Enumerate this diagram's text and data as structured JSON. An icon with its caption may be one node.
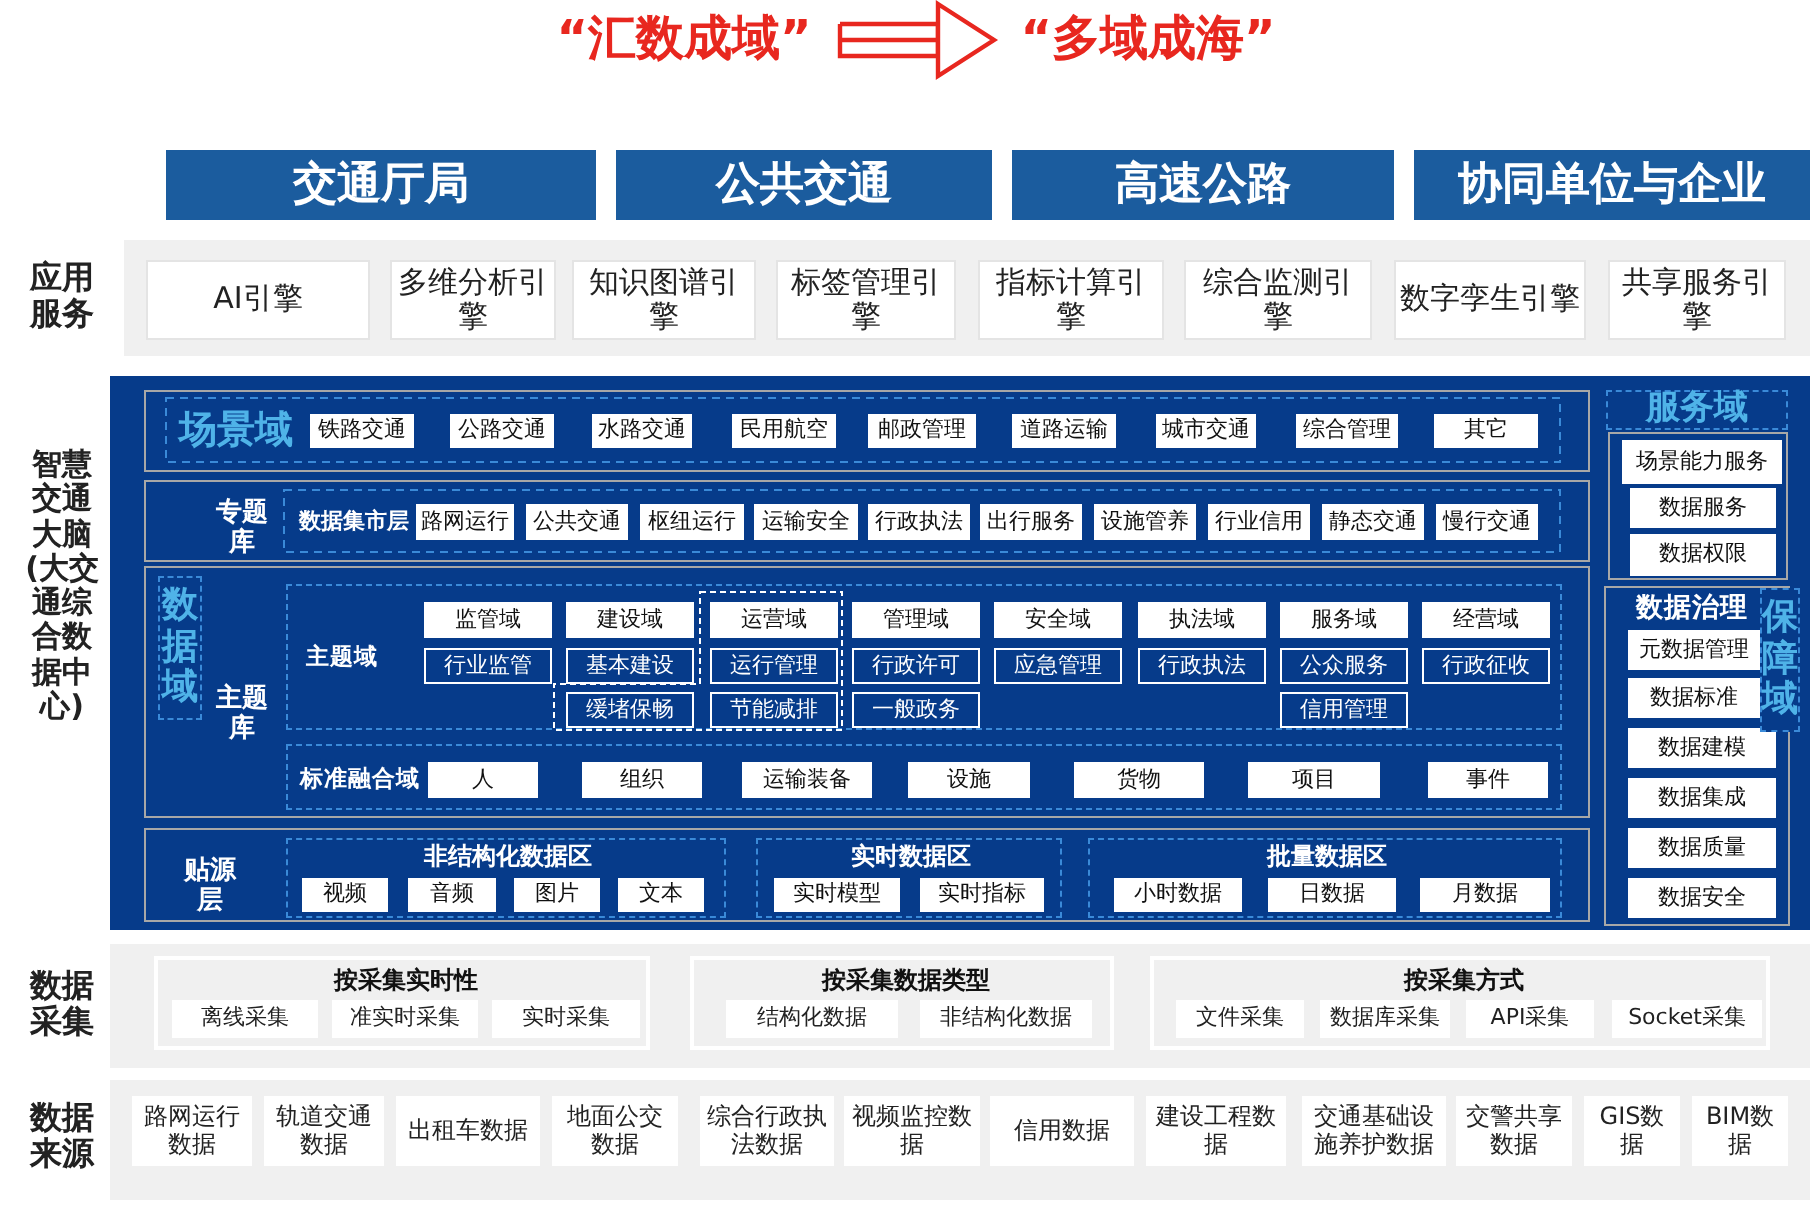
{
  "diagram": {
    "nodes": [
      {
        "text": [
          "“汇数成域”"
        ]
      },
      {
        "text": [
          "“多域成海”"
        ]
      },
      {
        "text": [
          "交通厅局"
        ]
      },
      {
        "text": [
          "公共交通"
        ]
      },
      {
        "text": [
          "高速公路"
        ]
      },
      {
        "text": [
          "协同单位与企业"
        ]
      },
      {
        "text": [
          "应用服务"
        ]
      },
      {
        "text": [
          "AI引擎"
        ],
        "in": 6
      },
      {
        "text": [
          "多维分析引擎"
        ],
        "in": 6
      },
      {
        "text": [
          "知识图谱引擎"
        ],
        "in": 6
      },
      {
        "text": [
          "标签管理引擎"
        ],
        "in": 6
      },
      {
        "text": [
          "指标计算引擎"
        ],
        "in": 6
      },
      {
        "text": [
          "综合监测引擎"
        ],
        "in": 6
      },
      {
        "text": [
          "数字孪生引擎"
        ],
        "in": 6
      },
      {
        "text": [
          "共享服务引擎"
        ],
        "in": 6
      },
      {
        "text": [
          "智慧交通大脑(大交通综合数据中心)"
        ]
      },
      {
        "text": [
          "场景域"
        ],
        "in": 15
      },
      {
        "text": [
          "铁路交通"
        ],
        "in": 16
      },
      {
        "text": [
          "公路交通"
        ],
        "in": 16
      },
      {
        "text": [
          "水路交通"
        ],
        "in": 16
      },
      {
        "text": [
          "民用航空"
        ],
        "in": 16
      },
      {
        "text": [
          "邮政管理"
        ],
        "in": 16
      },
      {
        "text": [
          "道路运输"
        ],
        "in": 16
      },
      {
        "text": [
          "城市交通"
        ],
        "in": 16
      },
      {
        "text": [
          "综合管理"
        ],
        "in": 16
      },
      {
        "text": [
          "其它"
        ],
        "in": 16
      },
      {
        "text": [
          "数据域"
        ],
        "in": 38
      },
      {
        "text": [
          "专题库",
          "数据集市层"
        ],
        "in": 15
      },
      {
        "text": [
          "路网运行"
        ],
        "in": 27
      },
      {
        "text": [
          "公共交通"
        ],
        "in": 27
      },
      {
        "text": [
          "枢纽运行"
        ],
        "in": 27
      },
      {
        "text": [
          "运输安全"
        ],
        "in": 27
      },
      {
        "text": [
          "行政执法"
        ],
        "in": 27
      },
      {
        "text": [
          "出行服务"
        ],
        "in": 27
      },
      {
        "text": [
          "设施管养"
        ],
        "in": 27
      },
      {
        "text": [
          "行业信用"
        ],
        "in": 27
      },
      {
        "text": [
          "静态交通"
        ],
        "in": 27
      },
      {
        "text": [
          "慢行交通"
        ],
        "in": 27
      },
      {
        "text": [
          "主题库"
        ],
        "in": 15
      },
      {
        "text": [
          "主题域"
        ],
        "in": 38
      },
      {
        "text": [
          "监管域"
        ],
        "in": 39
      },
      {
        "text": [
          "建设域"
        ],
        "in": 39
      },
      {
        "text": [
          "运营域"
        ],
        "in": 39
      },
      {
        "text": [
          "管理域"
        ],
        "in": 39
      },
      {
        "text": [
          "安全域"
        ],
        "in": 39
      },
      {
        "text": [
          "执法域"
        ],
        "in": 39
      },
      {
        "text": [
          "服务域"
        ],
        "in": 39
      },
      {
        "text": [
          "经营域"
        ],
        "in": 39
      },
      {
        "text": [
          "行业监管"
        ],
        "in": 39
      },
      {
        "text": [
          "基本建设"
        ],
        "in": 39
      },
      {
        "text": [
          "运行管理"
        ],
        "in": 39
      },
      {
        "text": [
          "行政许可"
        ],
        "in": 39
      },
      {
        "text": [
          "应急管理"
        ],
        "in": 39
      },
      {
        "text": [
          "行政执法"
        ],
        "in": 39
      },
      {
        "text": [
          "公众服务"
        ],
        "in": 39
      },
      {
        "text": [
          "行政征收"
        ],
        "in": 39
      },
      {
        "text": [
          "缓堵保畅"
        ],
        "in": 39
      },
      {
        "text": [
          "节能减排"
        ],
        "in": 39
      },
      {
        "text": [
          "一般政务"
        ],
        "in": 39
      },
      {
        "text": [
          "信用管理"
        ],
        "in": 39
      },
      {
        "text": [
          "标准融合域"
        ],
        "in": 38
      },
      {
        "text": [
          "人"
        ],
        "in": 60
      },
      {
        "text": [
          "组织"
        ],
        "in": 60
      },
      {
        "text": [
          "运输装备"
        ],
        "in": 60
      },
      {
        "text": [
          "设施"
        ],
        "in": 60
      },
      {
        "text": [
          "货物"
        ],
        "in": 60
      },
      {
        "text": [
          "项目"
        ],
        "in": 60
      },
      {
        "text": [
          "事件"
        ],
        "in": 60
      },
      {
        "text": [
          "贴源层"
        ],
        "in": 15
      },
      {
        "text": [
          "非结构化数据区"
        ],
        "in": 68
      },
      {
        "text": [
          "视频"
        ],
        "in": 69
      },
      {
        "text": [
          "音频"
        ],
        "in": 69
      },
      {
        "text": [
          "图片"
        ],
        "in": 69
      },
      {
        "text": [
          "文本"
        ],
        "in": 69
      },
      {
        "text": [
          "实时数据区"
        ],
        "in": 68
      },
      {
        "text": [
          "实时模型"
        ],
        "in": 74
      },
      {
        "text": [
          "实时指标"
        ],
        "in": 74
      },
      {
        "text": [
          "批量数据区"
        ],
        "in": 68
      },
      {
        "text": [
          "小时数据"
        ],
        "in": 77
      },
      {
        "text": [
          "日数据"
        ],
        "in": 77
      },
      {
        "text": [
          "月数据"
        ],
        "in": 77
      },
      {
        "text": [
          "服务域"
        ],
        "in": 15
      },
      {
        "text": [
          "场景能力服务"
        ],
        "in": 81
      },
      {
        "text": [
          "数据服务"
        ],
        "in": 81
      },
      {
        "text": [
          "数据权限"
        ],
        "in": 81
      },
      {
        "text": [
          "数据治理"
        ],
        "in": 15
      },
      {
        "text": [
          "元数据管理"
        ],
        "in": 85
      },
      {
        "text": [
          "数据标准"
        ],
        "in": 85
      },
      {
        "text": [
          "数据建模"
        ],
        "in": 85
      },
      {
        "text": [
          "数据集成"
        ],
        "in": 85
      },
      {
        "text": [
          "数据质量"
        ],
        "in": 85
      },
      {
        "text": [
          "数据安全"
        ],
        "in": 85
      },
      {
        "text": [
          "数据采集"
        ]
      },
      {
        "text": [
          "按采集实时性"
        ],
        "in": 92
      },
      {
        "text": [
          "离线采集"
        ],
        "in": 93
      },
      {
        "text": [
          "准实时采集"
        ],
        "in": 93
      },
      {
        "text": [
          "实时采集"
        ],
        "in": 93
      },
      {
        "text": [
          "按采集数据类型"
        ],
        "in": 92
      },
      {
        "text": [
          "结构化数据"
        ],
        "in": 97
      },
      {
        "text": [
          "非结构化数据"
        ],
        "in": 97
      },
      {
        "text": [
          "按采集方式"
        ],
        "in": 92
      },
      {
        "text": [
          "文件采集"
        ],
        "in": 100
      },
      {
        "text": [
          "数据库采集"
        ],
        "in": 100
      },
      {
        "text": [
          "API采集"
        ],
        "in": 100
      },
      {
        "text": [
          "Socket采集"
        ],
        "in": 100
      },
      {
        "text": [
          "数据来源"
        ]
      },
      {
        "text": [
          "路网运行数据"
        ],
        "in": 105
      },
      {
        "text": [
          "轨道交通数据"
        ],
        "in": 105
      },
      {
        "text": [
          "出租车数据"
        ],
        "in": 105
      },
      {
        "text": [
          "地面公交数据"
        ],
        "in": 105
      },
      {
        "text": [
          "综合行政执法数据"
        ],
        "in": 105
      },
      {
        "text": [
          "视频监控数据"
        ],
        "in": 105
      },
      {
        "text": [
          "信用数据"
        ],
        "in": 105
      },
      {
        "text": [
          "建设工程数据"
        ],
        "in": 105
      },
      {
        "text": [
          "交通基础设施养护数据"
        ],
        "in": 105
      },
      {
        "text": [
          "交警共享数据"
        ],
        "in": 105
      },
      {
        "text": [
          "GIS数据"
        ],
        "in": 105
      },
      {
        "text": [
          "BIM数据"
        ],
        "in": 105
      },
      {
        "text": [
          "保障域"
        ],
        "in": 15
      }
    ],
    "edges": [
      {
        "from": 0,
        "to": 1,
        "arrow": "to",
        "color": "#e8271f"
      }
    ]
  }
}
